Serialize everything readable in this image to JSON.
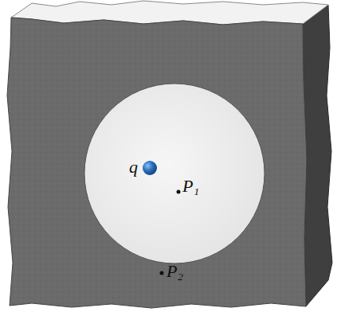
{
  "diagram": {
    "labels": [
      "q",
      "P₁",
      "P₂"
    ]
  }
}
